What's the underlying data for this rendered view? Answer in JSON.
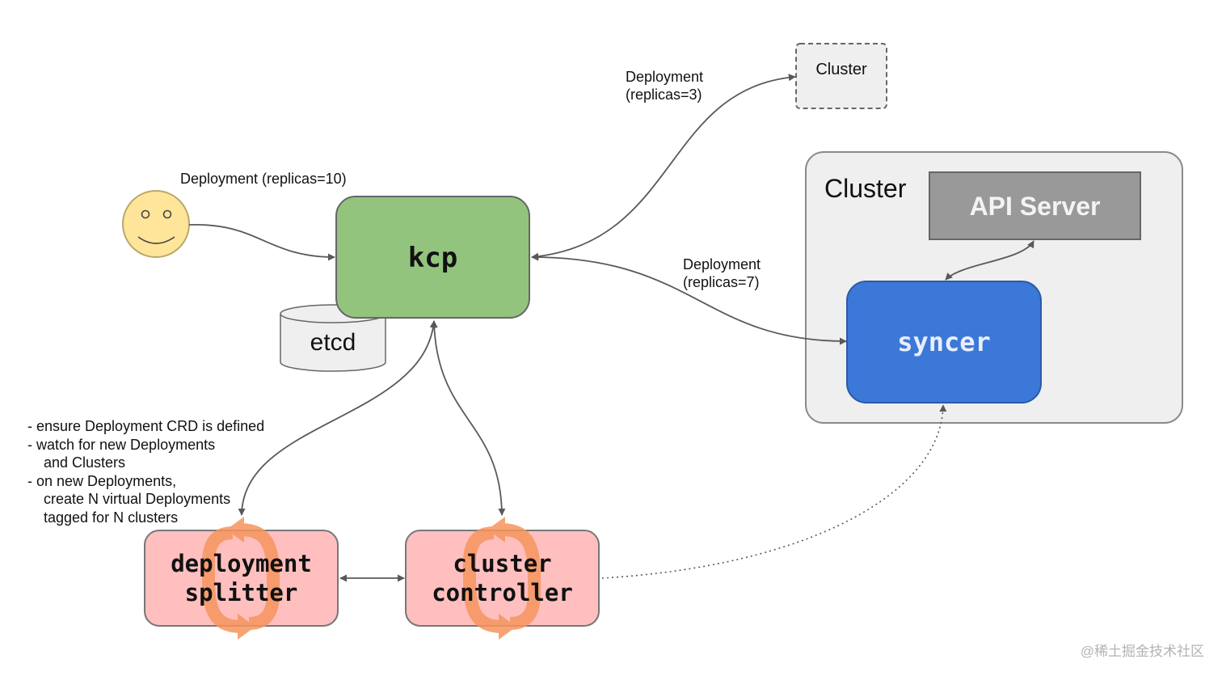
{
  "nodes": {
    "kcp": "kcp",
    "etcd": "etcd",
    "remote_cluster": "Cluster",
    "local_cluster": "Cluster",
    "api_server": "API Server",
    "syncer": "syncer",
    "deployment_splitter": "deployment\nsplitter",
    "cluster_controller": "cluster\ncontroller"
  },
  "edges": {
    "user_to_kcp": "Deployment (replicas=10)",
    "kcp_to_remote_cluster": "Deployment\n(replicas=3)",
    "kcp_to_syncer": "Deployment\n(replicas=7)"
  },
  "notes": {
    "splitter_notes": "- ensure Deployment CRD is defined\n- watch for new Deployments\n    and Clusters\n- on new Deployments,\n    create N virtual Deployments\n    tagged for N clusters"
  },
  "colors": {
    "kcp": "#93c47d",
    "syncer": "#3c78d8",
    "api_server": "#999999",
    "cluster_bg": "#efefef",
    "controller_box": "#ffbfbf",
    "reconcile_icon": "#f6955e",
    "face": "#ffe599",
    "edge": "#595959"
  },
  "icons": {
    "user": "smiley-face-icon",
    "reconcile": "circular-arrows-icon"
  },
  "watermark": "@稀土掘金技术社区"
}
